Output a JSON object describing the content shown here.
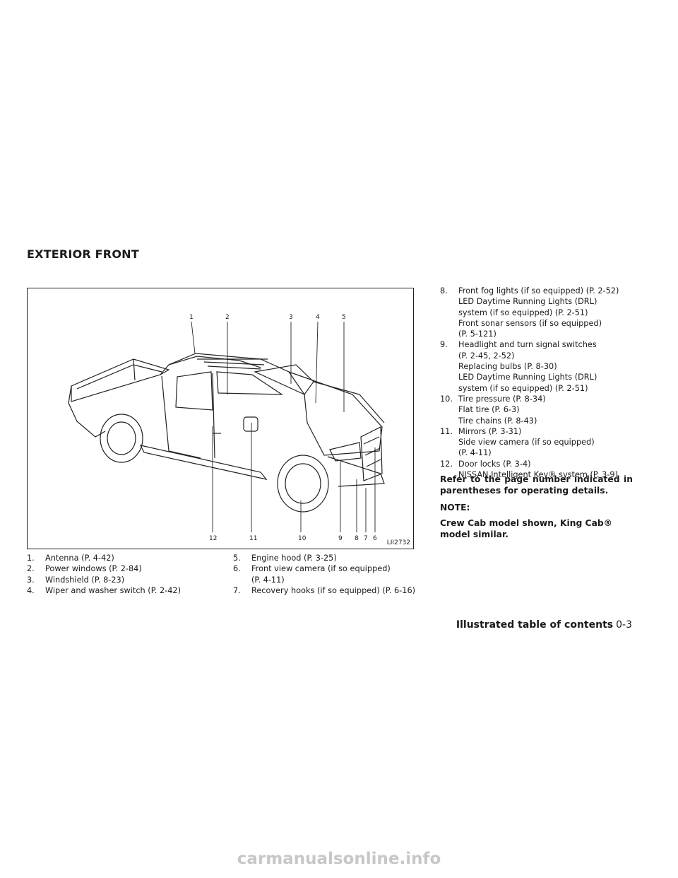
{
  "section_title": "EXTERIOR FRONT",
  "figure": {
    "code": "LII2732",
    "callouts_top": [
      "1",
      "2",
      "3",
      "4",
      "5"
    ],
    "callouts_bottom": [
      "12",
      "11",
      "10",
      "9",
      "8",
      "7",
      "6"
    ]
  },
  "items": [
    {
      "num": "1.",
      "lines": [
        "Antenna (P. 4-42)"
      ]
    },
    {
      "num": "2.",
      "lines": [
        "Power windows (P. 2-84)"
      ]
    },
    {
      "num": "3.",
      "lines": [
        "Windshield (P. 8-23)"
      ]
    },
    {
      "num": "4.",
      "lines": [
        "Wiper and washer switch (P. 2-42)"
      ]
    },
    {
      "num": "5.",
      "lines": [
        "Engine hood (P. 3-25)"
      ]
    },
    {
      "num": "6.",
      "lines": [
        "Front view camera (if so equipped)",
        "(P. 4-11)"
      ]
    },
    {
      "num": "7.",
      "lines": [
        "Recovery hooks (if so equipped) (P. 6-16)"
      ]
    },
    {
      "num": "8.",
      "lines": [
        "Front fog lights (if so equipped) (P. 2-52)",
        "LED Daytime Running Lights (DRL)",
        "system (if so equipped) (P. 2-51)",
        "Front sonar sensors (if so equipped)",
        "(P. 5-121)"
      ]
    },
    {
      "num": "9.",
      "lines": [
        "Headlight and turn signal switches",
        "(P. 2-45, 2-52)",
        "Replacing bulbs (P. 8-30)",
        "LED Daytime Running Lights (DRL)",
        "system (if so equipped) (P. 2-51)"
      ]
    },
    {
      "num": "10.",
      "lines": [
        "Tire pressure (P. 8-34)",
        "Flat tire (P. 6-3)",
        "Tire chains (P. 8-43)"
      ]
    },
    {
      "num": "11.",
      "lines": [
        "Mirrors (P. 3-31)",
        "Side view camera (if so equipped)",
        "(P. 4-11)"
      ]
    },
    {
      "num": "12.",
      "lines": [
        "Door locks (P. 3-4)",
        "NISSAN Intelligent Key® system (P. 3-9)"
      ]
    }
  ],
  "refer_text": "Refer to the page number indicated in parentheses for operating details.",
  "note_heading": "NOTE:",
  "note_text": "Crew Cab model shown, King Cab® model similar.",
  "footer": {
    "title": "Illustrated table of contents",
    "page": "0-3"
  },
  "watermark": "carmanualsonline.info"
}
